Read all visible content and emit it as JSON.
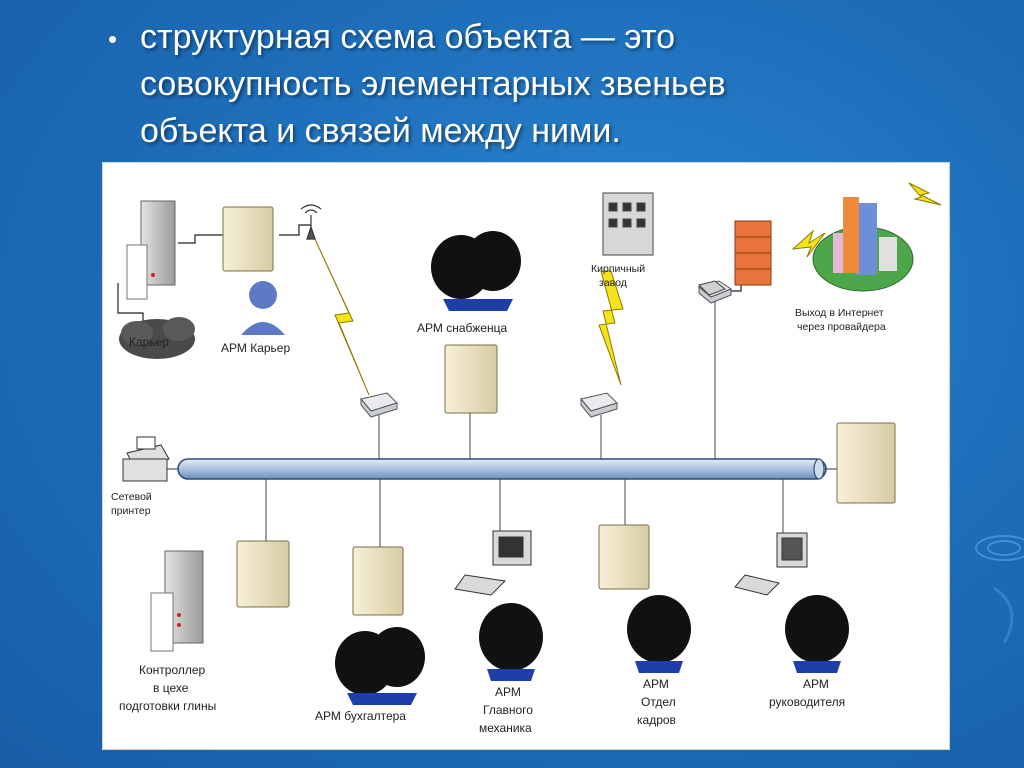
{
  "slide": {
    "bullet": "•",
    "text_lines": [
      "структурная схема объекта — это",
      "совокупность элементарных звеньев",
      "объекта и связей между ними."
    ]
  },
  "diagram": {
    "labels": {
      "arm_karier": "АРМ Карьер",
      "karier": "Карьер",
      "arm_snabzhenca": "АРМ снабженца",
      "kirpichny_zavod_1": "Кирпичный",
      "kirpichny_zavod_2": "завод",
      "internet_1": "Выход в Интернет",
      "internet_2": "через провайдера",
      "printer_1": "Сетевой",
      "printer_2": "принтер",
      "controller_1": "Контроллер",
      "controller_2": "в цехе",
      "controller_3": "подготовки глины",
      "arm_buhgaltera": "АРМ бухгалтера",
      "arm_mehanika_1": "АРМ",
      "arm_mehanika_2": "Главного",
      "arm_mehanika_3": "механика",
      "arm_kadrov_1": "АРМ",
      "arm_kadrov_2": "Отдел",
      "arm_kadrov_3": "кадров",
      "arm_ruk_1": "АРМ",
      "arm_ruk_2": "руководителя"
    },
    "colors": {
      "bus": "#b9cfe6",
      "bus_stroke": "#2d4d78",
      "server": "#efe6c8",
      "lightning": "#f5e21a",
      "firewall": "#e8743b",
      "person_shirt": "#1f3fa8",
      "hair": "#111111"
    }
  }
}
